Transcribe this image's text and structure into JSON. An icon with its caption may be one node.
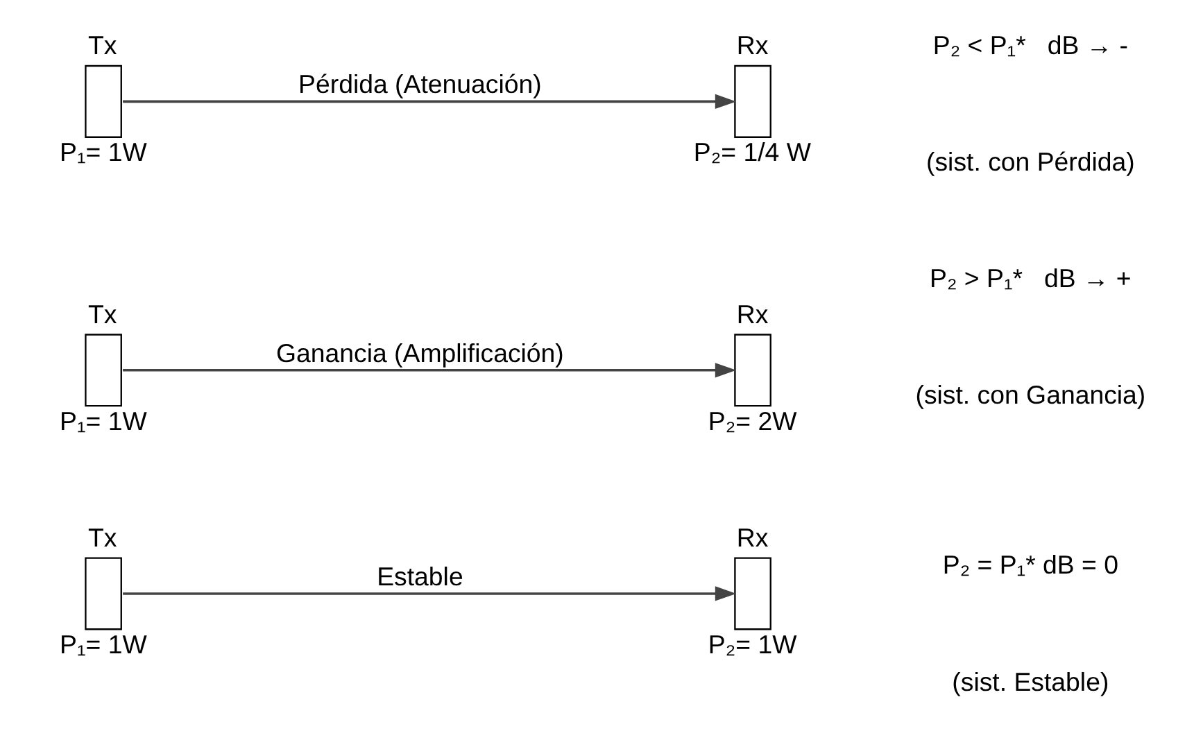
{
  "diagram": {
    "nodes": [
      {
        "text": [
          "Tx"
        ],
        "beside": [
          "P₁= 1W"
        ]
      },
      {
        "text": [
          "Rx"
        ],
        "beside": [
          "P₂= 1W"
        ]
      },
      {
        "text": [
          "Tx"
        ],
        "beside": [
          "P₁= 1W"
        ]
      },
      {
        "text": [
          "Rx"
        ],
        "beside": [
          "P₂= 2W"
        ]
      },
      {
        "text": [
          "Tx"
        ],
        "beside": [
          "P₁= 1W"
        ]
      },
      {
        "text": [
          "Rx"
        ],
        "beside": [
          "P₂= 1/4 W"
        ]
      }
    ],
    "edges": [
      {
        "from": 0,
        "to": 1,
        "arrow": "to",
        "label": "Estable"
      },
      {
        "from": 2,
        "to": 3,
        "arrow": "to",
        "label": "Ganancia (Amplificación)"
      },
      {
        "from": 4,
        "to": 5,
        "arrow": "to",
        "label": "Pérdida (Atenuación)"
      }
    ],
    "labels": [
      "P₂ = P₁* dB = 0",
      "(sist. Estable)",
      "P₂ > P₁*   dB → +",
      "(sist. con Ganancia)",
      "P₂ < P₁*   dB → -",
      "(sist. con Pérdida)"
    ]
  }
}
